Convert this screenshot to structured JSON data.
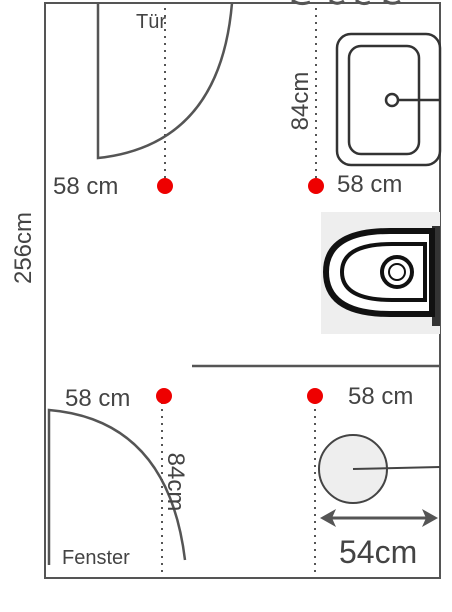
{
  "colors": {
    "wall": "#555555",
    "marker": "#ee0000",
    "dotted": "#555555",
    "text": "#444444",
    "fixture_fill": "#eeeeee"
  },
  "labels": {
    "door": "Tür",
    "window": "Fenster",
    "total_height": "256cm",
    "top_right_vertical": "84cm",
    "bottom_left_vertical": "84cm",
    "top_left_distance": "58 cm",
    "top_right_distance": "58 cm",
    "bottom_left_distance": "58 cm",
    "bottom_right_distance": "58 cm",
    "shower_width": "54cm"
  },
  "icons": {
    "sink": "sink-icon",
    "toilet": "toilet-icon",
    "shower": "shower-head-icon"
  }
}
